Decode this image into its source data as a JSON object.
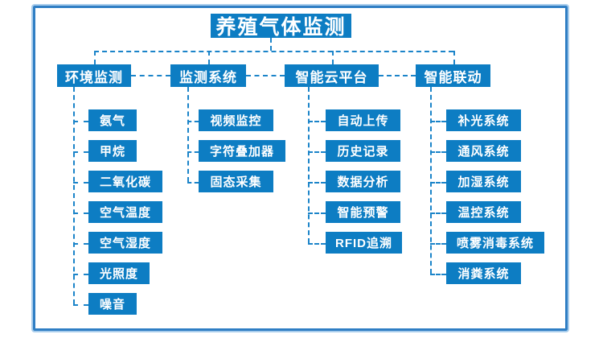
{
  "title": "养殖气体监测",
  "colors": {
    "node_fill": "#0d7dc3",
    "connector": "#1b84c9",
    "frame_inner": "#2f7ec4",
    "frame_outer": "#a9cdec",
    "text": "#ffffff",
    "background": "#ffffff"
  },
  "branches": [
    {
      "label": "环境监测",
      "children": [
        "氨气",
        "甲烷",
        "二氧化碳",
        "空气温度",
        "空气湿度",
        "光照度",
        "噪音"
      ]
    },
    {
      "label": "监测系统",
      "children": [
        "视频监控",
        "字符叠加器",
        "固态采集"
      ]
    },
    {
      "label": "智能云平台",
      "children": [
        "自动上传",
        "历史记录",
        "数据分析",
        "智能预警",
        "RFID追溯"
      ]
    },
    {
      "label": "智能联动",
      "children": [
        "补光系统",
        "通风系统",
        "加湿系统",
        "温控系统",
        "喷雾消毒系统",
        "消粪系统"
      ]
    }
  ]
}
